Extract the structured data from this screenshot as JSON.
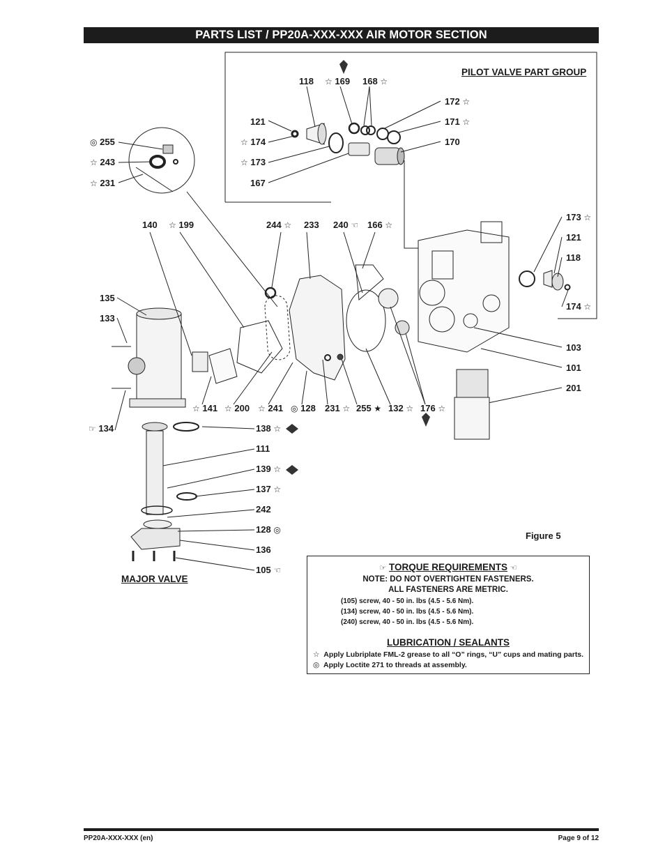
{
  "header": {
    "title": "PARTS LIST / PP20A-XXX-XXX AIR MOTOR SECTION"
  },
  "headings": {
    "pilot_valve": "PILOT VALVE PART GROUP",
    "major_valve": "MAJOR VALVE",
    "figure": "Figure 5"
  },
  "symbols": {
    "star": "☆",
    "solid_star": "★",
    "target": "◎",
    "hand_right": "☞",
    "hand_left": "☜",
    "lips": "LIPS"
  },
  "labels": {
    "p118": "118",
    "p169": "169",
    "p168": "168",
    "p172": "172",
    "p121": "121",
    "p171": "171",
    "p174": "174",
    "p170": "170",
    "p173": "173",
    "p167": "167",
    "p255a": "255",
    "p243": "243",
    "p231a": "231",
    "p140": "140",
    "p199": "199",
    "p244": "244",
    "p233": "233",
    "p240": "240",
    "p166": "166",
    "p173b": "173",
    "p121b": "121",
    "p118b": "118",
    "p174b": "174",
    "p135": "135",
    "p133": "133",
    "p103": "103",
    "p101": "101",
    "p201": "201",
    "p141": "141",
    "p200": "200",
    "p241": "241",
    "p128a": "128",
    "p231b": "231",
    "p255b": "255",
    "p132": "132",
    "p176": "176",
    "p134": "134",
    "p138": "138",
    "p111": "111",
    "p139": "139",
    "p137": "137",
    "p242": "242",
    "p128b": "128",
    "p136": "136",
    "p105": "105"
  },
  "torque": {
    "title": "TORQUE REQUIREMENTS",
    "note1": "NOTE: DO NOT OVERTIGHTEN FASTENERS.",
    "note2": "ALL FASTENERS ARE METRIC.",
    "lines": [
      "(105) screw, 40 - 50 in. lbs (4.5 - 5.6 Nm).",
      "(134) screw, 40 - 50 in. lbs (4.5 - 5.6 Nm).",
      "(240) screw, 40 - 50 in. lbs (4.5 - 5.6 Nm)."
    ],
    "lube_title": "LUBRICATION / SEALANTS",
    "lube1": "Apply Lubriplate FML-2 grease to all “O” rings, “U” cups and mating parts.",
    "lube2": "Apply Loctite 271 to threads at assembly."
  },
  "footer": {
    "left": "PP20A-XXX-XXX (en)",
    "right": "Page 9 of 12"
  }
}
